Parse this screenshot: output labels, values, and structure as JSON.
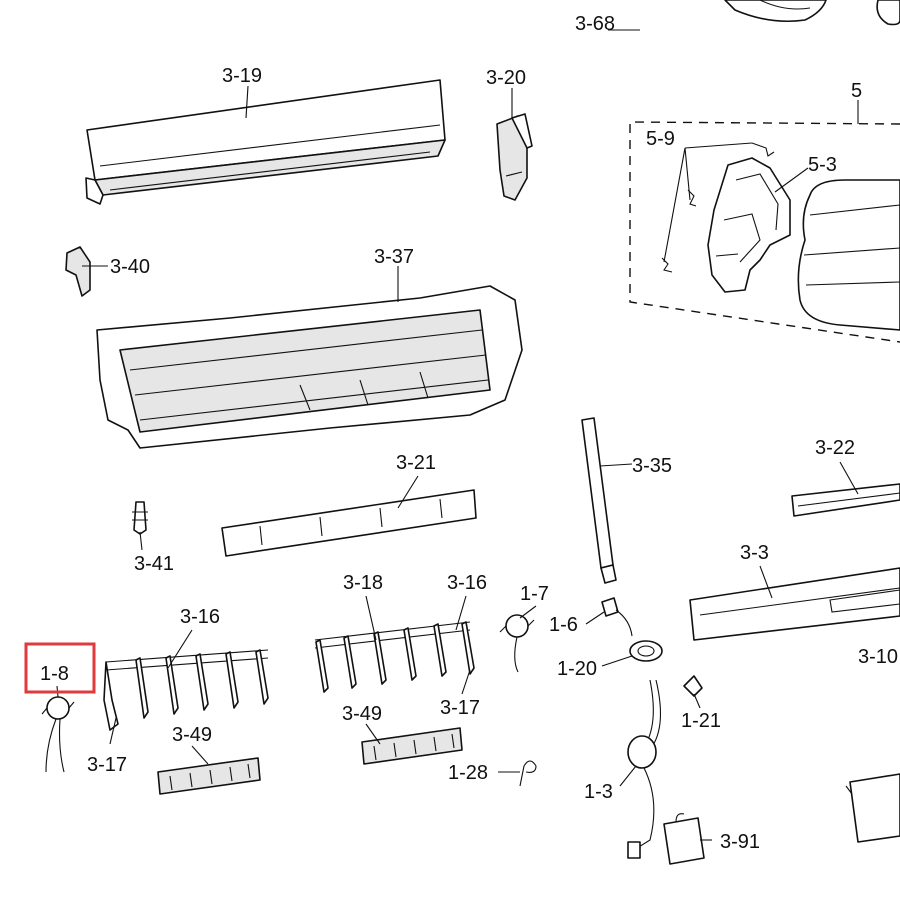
{
  "labels": {
    "p3_68": "3-68",
    "p3_19": "3-19",
    "p3_20": "3-20",
    "p5": "5",
    "p5_9": "5-9",
    "p5_3": "5-3",
    "p3_40": "3-40",
    "p3_37": "3-37",
    "p3_35": "3-35",
    "p3_22": "3-22",
    "p3_21": "3-21",
    "p3_41": "3-41",
    "p3_3": "3-3",
    "p3_18": "3-18",
    "p3_16_right": "3-16",
    "p3_16_left": "3-16",
    "p1_7": "1-7",
    "p1_6": "1-6",
    "p1_8": "1-8",
    "p1_20": "1-20",
    "p3_10": "3-10",
    "p1_21": "1-21",
    "p3_49_left": "3-49",
    "p3_49_right": "3-49",
    "p3_17_left": "3-17",
    "p3_17_right": "3-17",
    "p1_28": "1-28",
    "p1_3": "1-3",
    "p3_91": "3-91"
  },
  "highlight": {
    "part": "1-8",
    "color": "#e0393e"
  }
}
